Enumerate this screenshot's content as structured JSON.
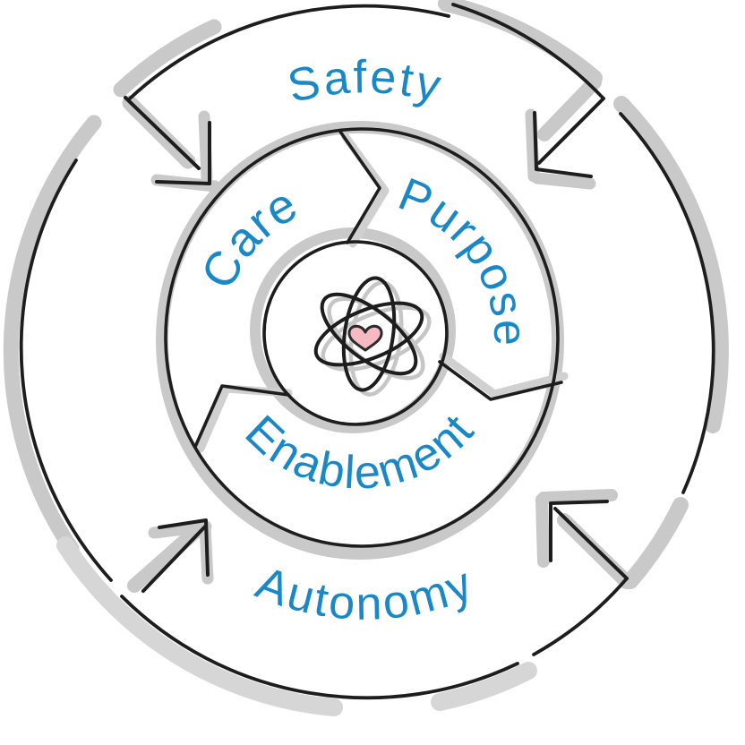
{
  "outer_cycle": {
    "top_label": "Safety",
    "bottom_label": "Autonomy"
  },
  "inner_ring": {
    "segments": [
      {
        "label": "Care"
      },
      {
        "label": "Purpose"
      },
      {
        "label": "Enablement"
      }
    ]
  },
  "center_icon": "atom-with-heart",
  "colors": {
    "label_blue": "#1a87c6",
    "ink_black": "#1d1d1d",
    "shadow_gray": "#c9c9c9",
    "heart_pink": "#f6bac2"
  }
}
